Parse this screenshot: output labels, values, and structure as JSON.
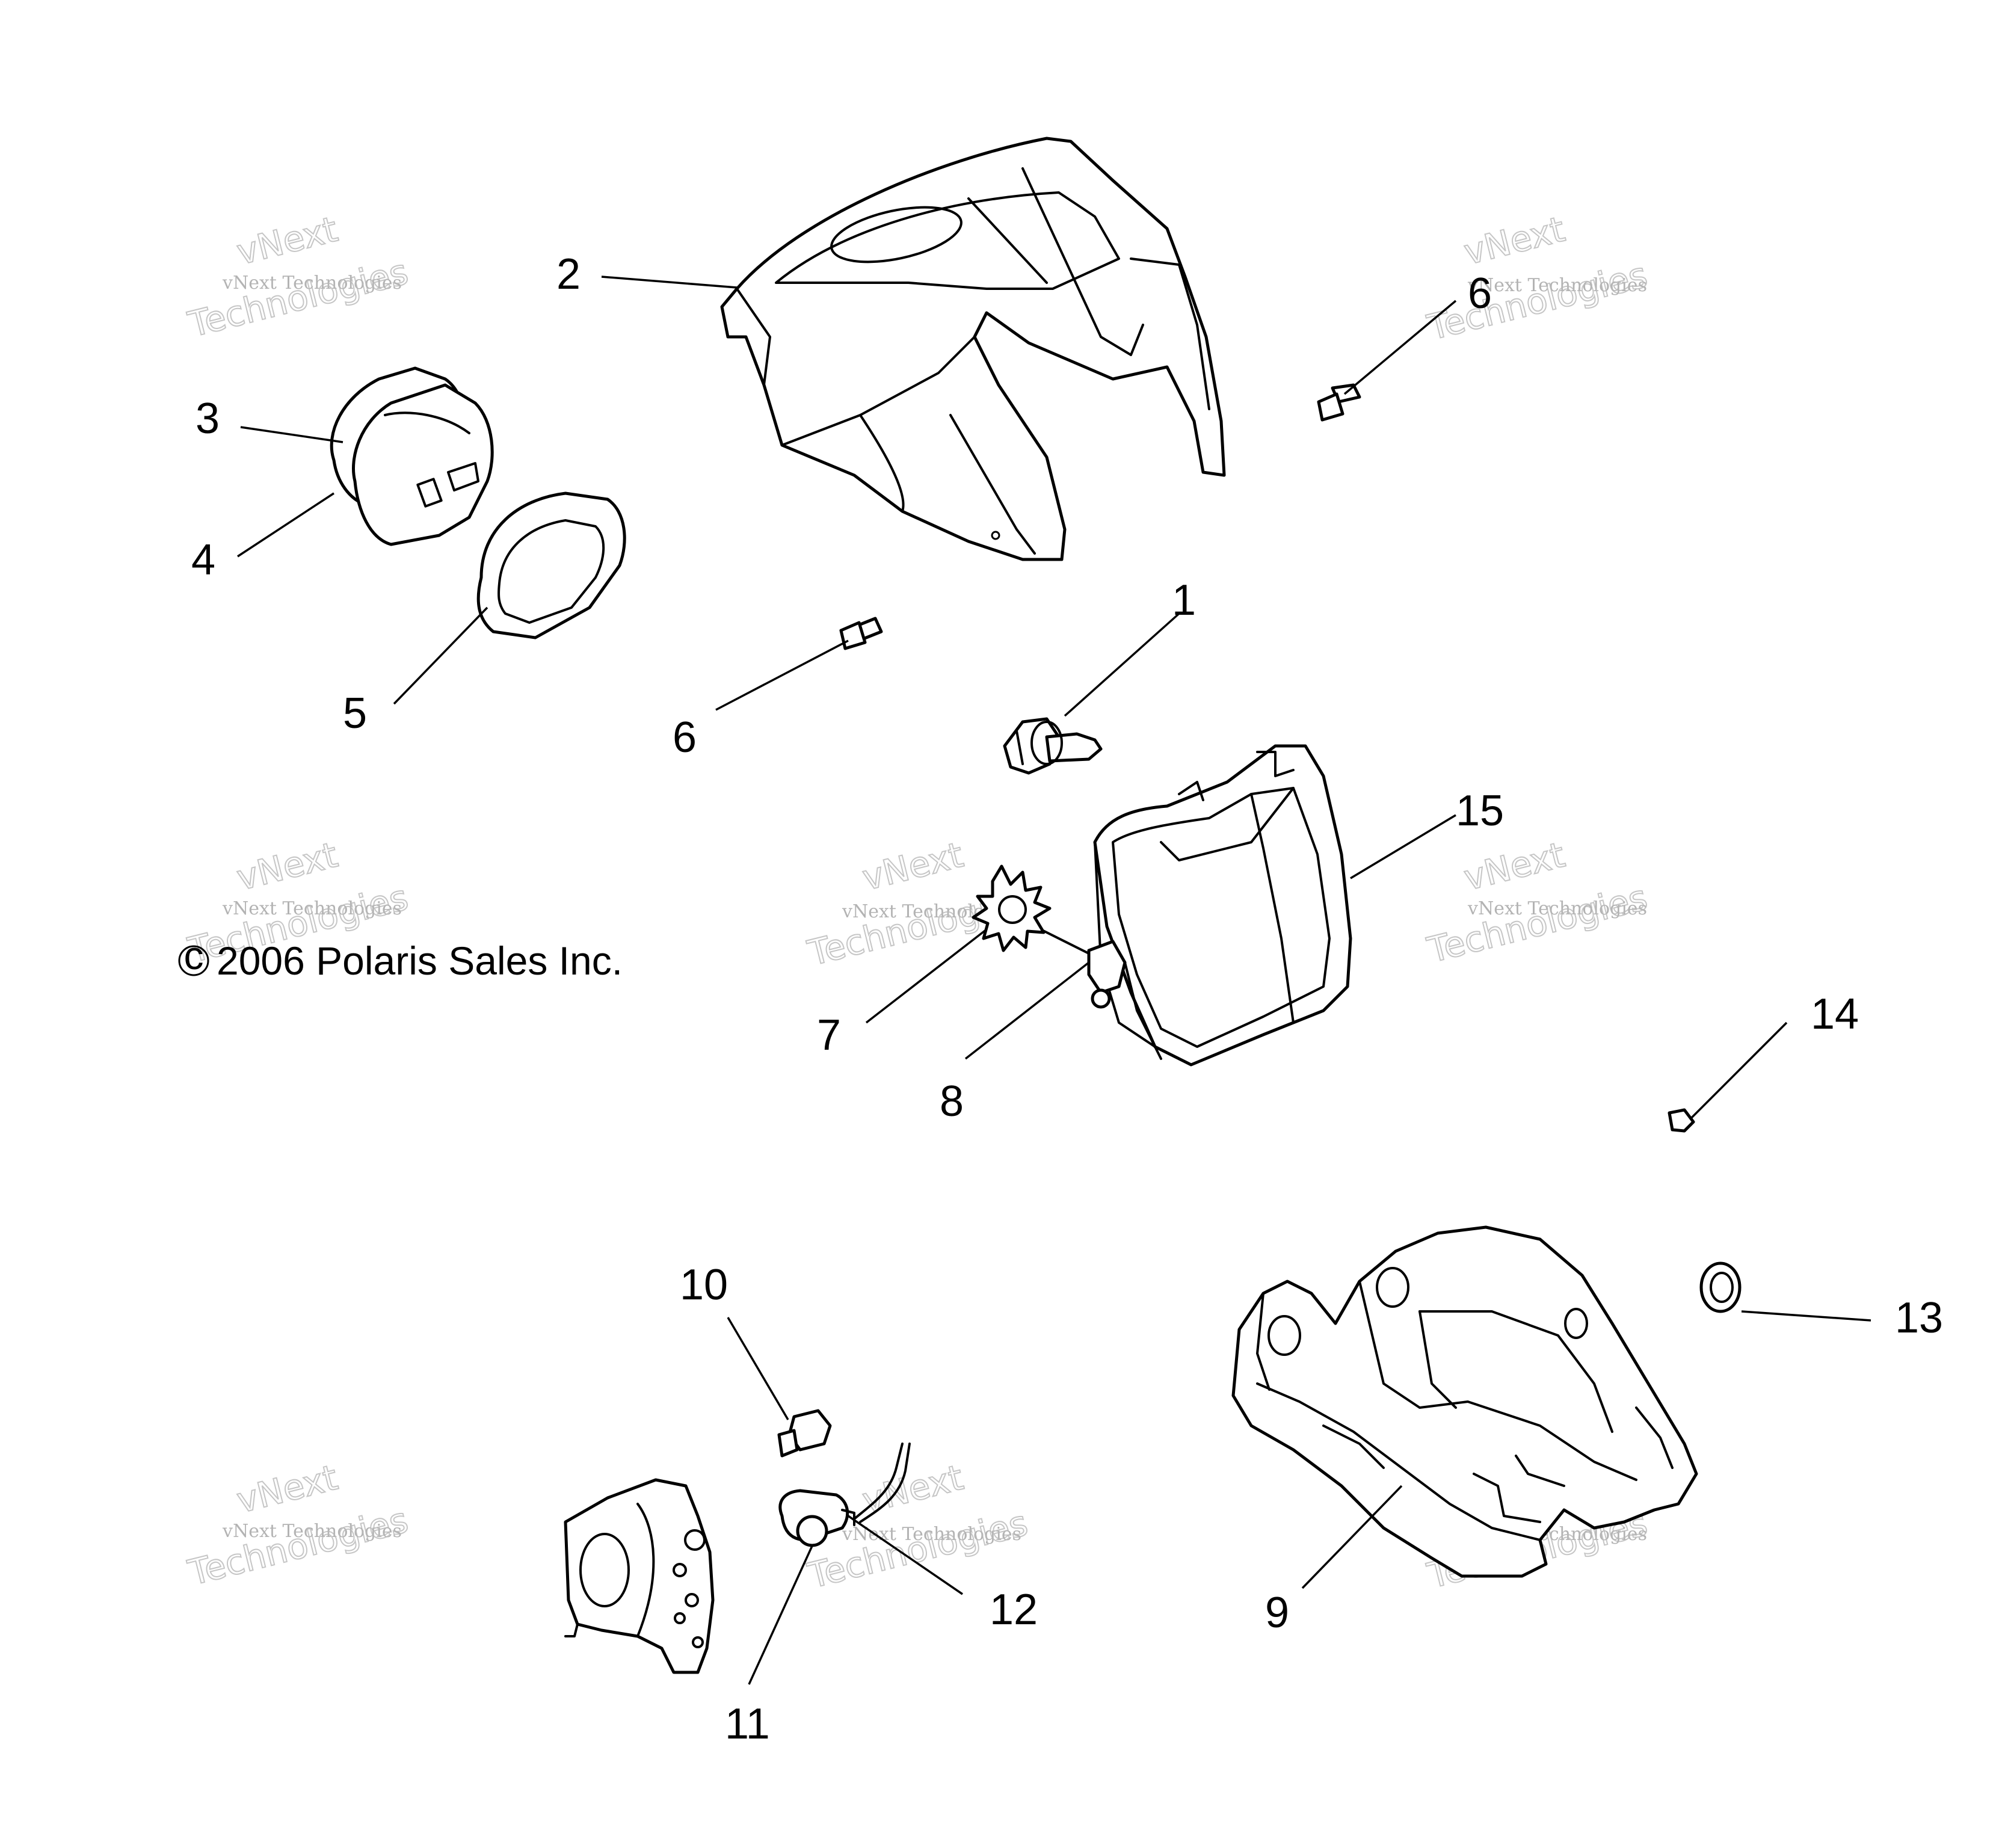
{
  "copyright": {
    "symbol": "c",
    "text": "2006 Polaris Sales Inc."
  },
  "watermark": {
    "brand": "vNext",
    "line1": "vNext Technologies",
    "line2": "Technologies"
  },
  "callouts": {
    "c1": "1",
    "c2": "2",
    "c3": "3",
    "c4": "4",
    "c5": "5",
    "c6a": "6",
    "c6b": "6",
    "c7": "7",
    "c8": "8",
    "c9": "9",
    "c10": "10",
    "c11": "11",
    "c12": "12",
    "c13": "13",
    "c14": "14",
    "c15": "15"
  }
}
